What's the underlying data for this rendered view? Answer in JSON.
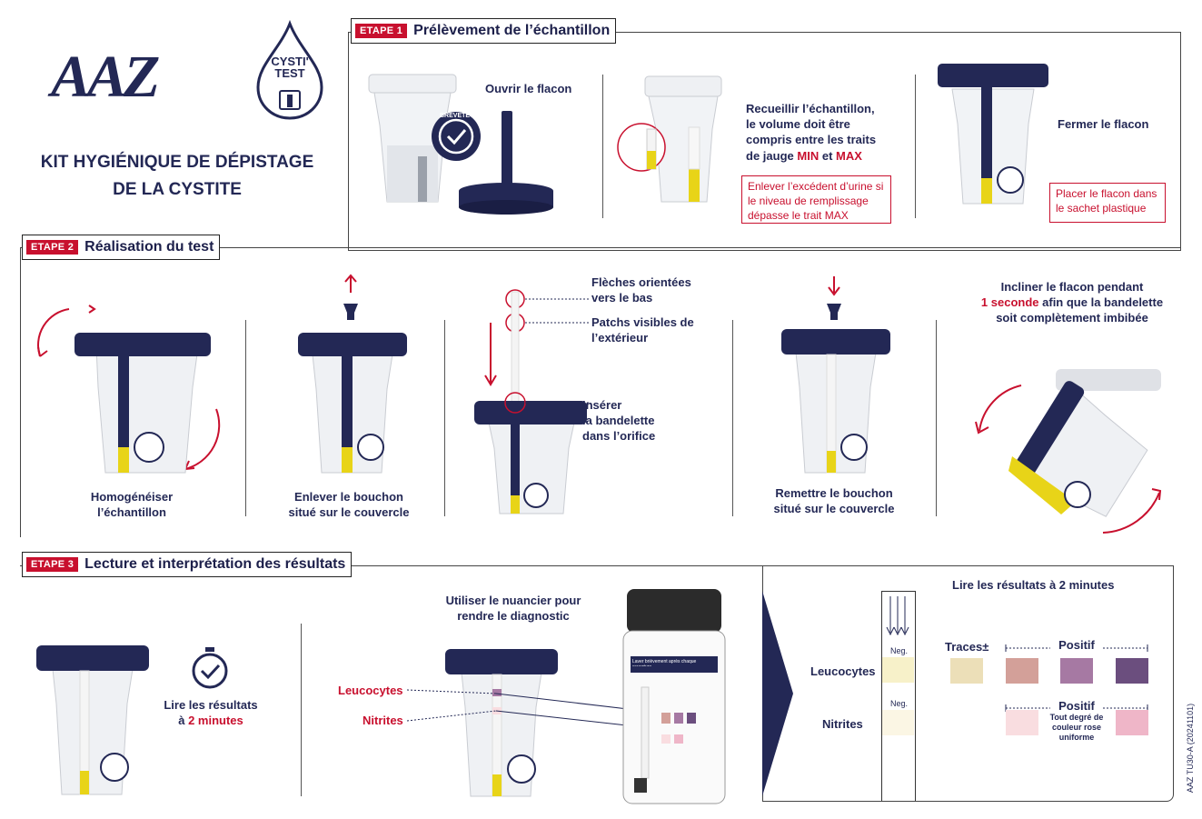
{
  "brand": {
    "logo": "AAZ",
    "product_logo_line1": "CYSTI'",
    "product_logo_line2": "TEST",
    "badge": "BREVETÉ"
  },
  "kit_title_line1": "KIT HYGIÉNIQUE DE DÉPISTAGE",
  "kit_title_line2": "DE LA CYSTITE",
  "step1": {
    "tag": "ETAPE 1",
    "title": "Prélèvement de l’échantillon",
    "open": "Ouvrir le flacon",
    "collect_lines": [
      "Recueillir l’échantillon,",
      "le volume doit être",
      "compris entre les traits"
    ],
    "collect_gauge": "de jauge",
    "min": "MIN",
    "and": "et",
    "max": "MAX",
    "warning": "Enlever l’excédent d’urine si le niveau de remplissage dépasse le trait MAX",
    "close": "Fermer le flacon",
    "bag": "Placer le flacon dans le sachet plastique"
  },
  "step2": {
    "tag": "ETAPE 2",
    "title": "Réalisation du test",
    "homogenize": [
      "Homogénéiser",
      "l’échantillon"
    ],
    "remove_cap": [
      "Enlever le bouchon",
      "situé sur le couvercle"
    ],
    "arrows_down": [
      "Flèches orientées",
      "vers le bas"
    ],
    "patches": [
      "Patchs visibles de",
      "l’extérieur"
    ],
    "insert": [
      "Insérer",
      "la bandelette",
      "dans l’orifice"
    ],
    "replace_cap": [
      "Remettre le bouchon",
      "situé sur le couvercle"
    ],
    "tilt_line1": "Incliner le flacon pendant",
    "tilt_red": "1 seconde",
    "tilt_rest": "afin que la bandelette",
    "tilt_line3": "soit complètement imbibée"
  },
  "step3": {
    "tag": "ETAPE 3",
    "title": "Lecture et interprétation des résultats",
    "read_line1": "Lire les résultats",
    "read_prefix": "à",
    "read_red": "2 minutes",
    "chart_line1": "Utiliser le nuancier pour",
    "chart_line2": "rendre le diagnostic",
    "leucocytes": "Leucocytes",
    "nitrites": "Nitrites",
    "read_2min": "Lire les résultats à 2 minutes",
    "neg": "Neg.",
    "traces": "Traces",
    "traces_symbol": "±",
    "positif": "Positif",
    "rose_note": [
      "Tout degré de",
      "couleur rose",
      "uniforme"
    ],
    "jar_label_small": "Laver brièvement après chaque ouverture"
  },
  "ref_code": "AAZ TU30-A (20241101)",
  "colors": {
    "navy": "#232855",
    "red": "#c8102e",
    "yellow": "#e8d418",
    "neg_leuco": "#f7f1c9",
    "neg_nitri": "#fbf6e4",
    "traces": "#ecdfb8",
    "pos1": "#d3a099",
    "pos2": "#a679a3",
    "pos3": "#6b4e7e",
    "nit_pos1": "#f9dde0",
    "nit_pos2": "#efb6c8"
  }
}
